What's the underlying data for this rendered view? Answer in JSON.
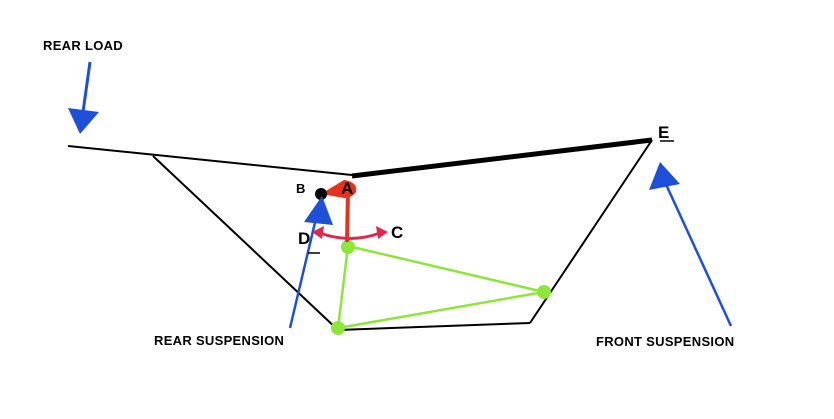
{
  "labels": {
    "rear_load": "REAR LOAD",
    "rear_suspension": "REAR SUSPENSION",
    "front_suspension": "FRONT SUSPENSION",
    "point_a": "A",
    "point_b": "B",
    "point_c": "C",
    "point_d": "D",
    "point_e": "E"
  },
  "colors": {
    "frame": "#000000",
    "rocker": "#e8311a",
    "swingarm": "#8ee63b",
    "load_arrow": "#1e4fd8",
    "rotation_arrow": "#e0284f",
    "pivot_b": "#000000"
  }
}
